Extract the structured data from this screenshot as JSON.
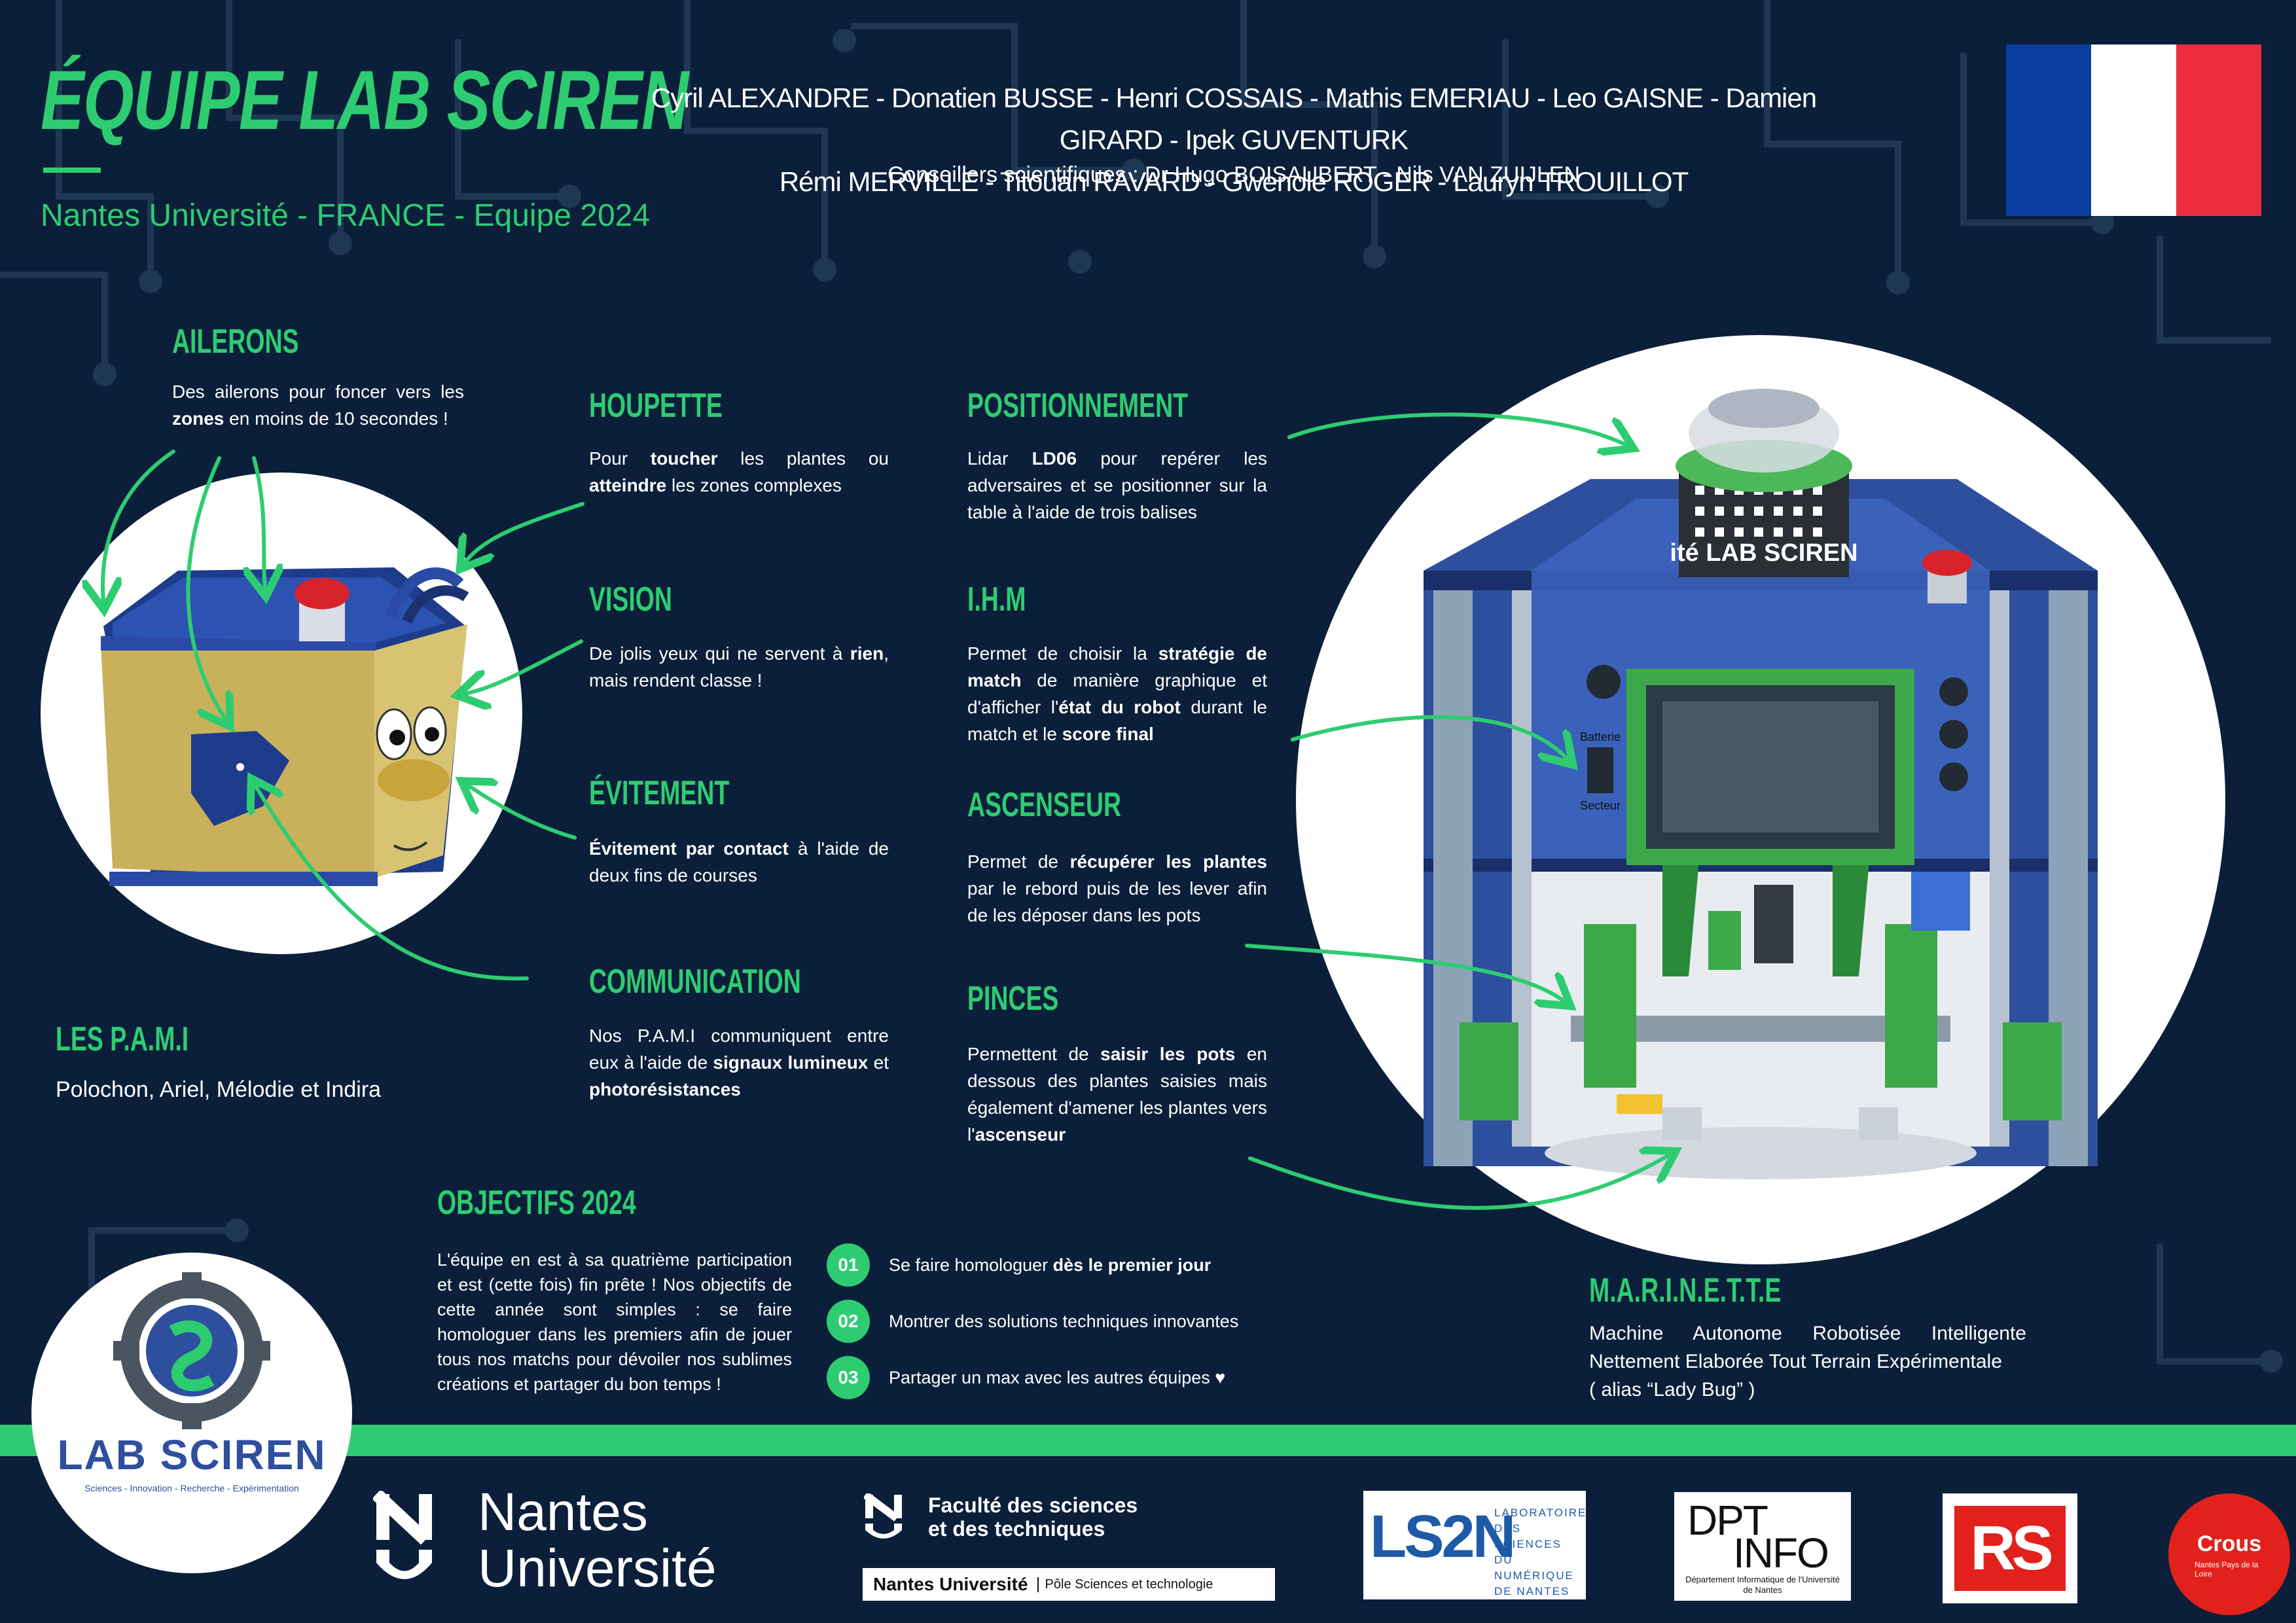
{
  "header": {
    "title": "ÉQUIPE LAB SCIREN",
    "subtitle": "Nantes Université - FRANCE - Equipe 2024",
    "members_line1": "Cyril ALEXANDRE  - Donatien BUSSE - Henri COSSAIS - Mathis EMERIAU - Leo GAISNE - Damien GIRARD - Ipek GUVENTURK",
    "members_line2": "Rémi MERVILLE - Titouan RAVARD - Gwenole ROGER - Lauryn TROUILLOT",
    "advisors": "Conseillers scientifiques : Dr Hugo BOISAUBERT - Nils VAN ZUIJLEN"
  },
  "flag_colors": [
    "#0a3fa0",
    "#ffffff",
    "#ee2e3e"
  ],
  "accent_color": "#2ecc71",
  "background_color": "#0b1f3a",
  "sections": {
    "ailerons": {
      "title": "AILERONS",
      "t1": "Des ailerons pour foncer vers les ",
      "b1": "zones",
      "t2": " en moins de 10 secondes !"
    },
    "houpette": {
      "title": "HOUPETTE",
      "t1": "Pour ",
      "b1": "toucher",
      "t2": " les plantes ou ",
      "b2": "atteindre",
      "t3": " les zones complexes"
    },
    "vision": {
      "title": "VISION",
      "t1": "De jolis yeux qui ne servent à ",
      "b1": "rien",
      "t2": ", mais rendent classe !"
    },
    "evitement": {
      "title": "ÉVITEMENT",
      "b1": "Évitement par contact",
      "t1": " à l'aide de deux fins de courses"
    },
    "communication": {
      "title": "COMMUNICATION",
      "t1": "Nos P.A.M.I communiquent entre eux à l'aide de ",
      "b1": "signaux lumineux",
      "t2": " et ",
      "b2": "photorésistances"
    },
    "pami": {
      "title": "LES P.A.M.I",
      "text": "Polochon, Ariel, Mélodie et Indira"
    },
    "positionnement": {
      "title": "POSITIONNEMENT",
      "t1": "Lidar ",
      "b1": "LD06",
      "t2": " pour repérer les adversaires et se positionner sur la table à l'aide de trois balises"
    },
    "ihm": {
      "title": "I.H.M",
      "t1": "Permet de choisir la ",
      "b1": "stratégie de match",
      "t2": " de manière graphique et d'afficher l'",
      "b2": "état du robot",
      "t3": "  durant le match et le ",
      "b3": "score final"
    },
    "ascenseur": {
      "title": "ASCENSEUR",
      "t1": "Permet de ",
      "b1": "récupérer les plantes",
      "t2": " par le rebord puis de les lever afin de les déposer dans les pots"
    },
    "pinces": {
      "title": "PINCES",
      "t1": "Permettent de ",
      "b1": "saisir les pots",
      "t2": " en dessous des plantes saisies mais également d'amener les plantes vers l'",
      "b2": "ascenseur"
    },
    "objectifs": {
      "title": "OBJECTIFS 2024",
      "text": "L'équipe en est à sa quatrième  participation et est (cette fois) fin prête ! Nos objectifs de cette année sont simples : se faire homologuer dans les premiers afin de jouer tous nos matchs pour dévoiler nos sublimes créations et partager du bon temps !"
    },
    "marinette": {
      "title": "M.A.R.I.N.E.T.T.E",
      "line1": "Machine Autonome Robotisée Intelligente",
      "line2": "Nettement Elaborée Tout Terrain Expérimentale",
      "line3": "( alias “Lady Bug” )"
    }
  },
  "objectives": [
    {
      "num": "01",
      "t1": "Se faire homologuer ",
      "b1": "dès le premier jour"
    },
    {
      "num": "02",
      "t1": "Montrer des solutions techniques innovantes",
      "b1": ""
    },
    {
      "num": "03",
      "t1": "Partager un max avec les autres équipes ♥",
      "b1": ""
    }
  ],
  "robot": {
    "badge": "ité LAB SCIREN",
    "batterie": "Batterie",
    "secteur": "Secteur"
  },
  "footer": {
    "labsciren_logo": "LAB SCIREN",
    "labsciren_tag": "Sciences - Innovation - Recherche - Expérimentation",
    "nantes_1": "Nantes",
    "nantes_2": "Université",
    "fst_1": "Faculté des sciences",
    "fst_2": "et des techniques",
    "fst_bar_1": "Nantes Université",
    "fst_bar_2": "Pôle Sciences et technologie",
    "ls2n": "LS2N",
    "ls2n_text": "LABORATOIRE DES SCIENCES DU NUMÉRIQUE DE NANTES",
    "dpt_1": "DPT",
    "dpt_2": "INFO",
    "dpt_sub": "Département Informatique de l'Université de Nantes",
    "rs": "RS",
    "crous": "Crous",
    "crous_sub": "Nantes Pays de la Loire"
  }
}
